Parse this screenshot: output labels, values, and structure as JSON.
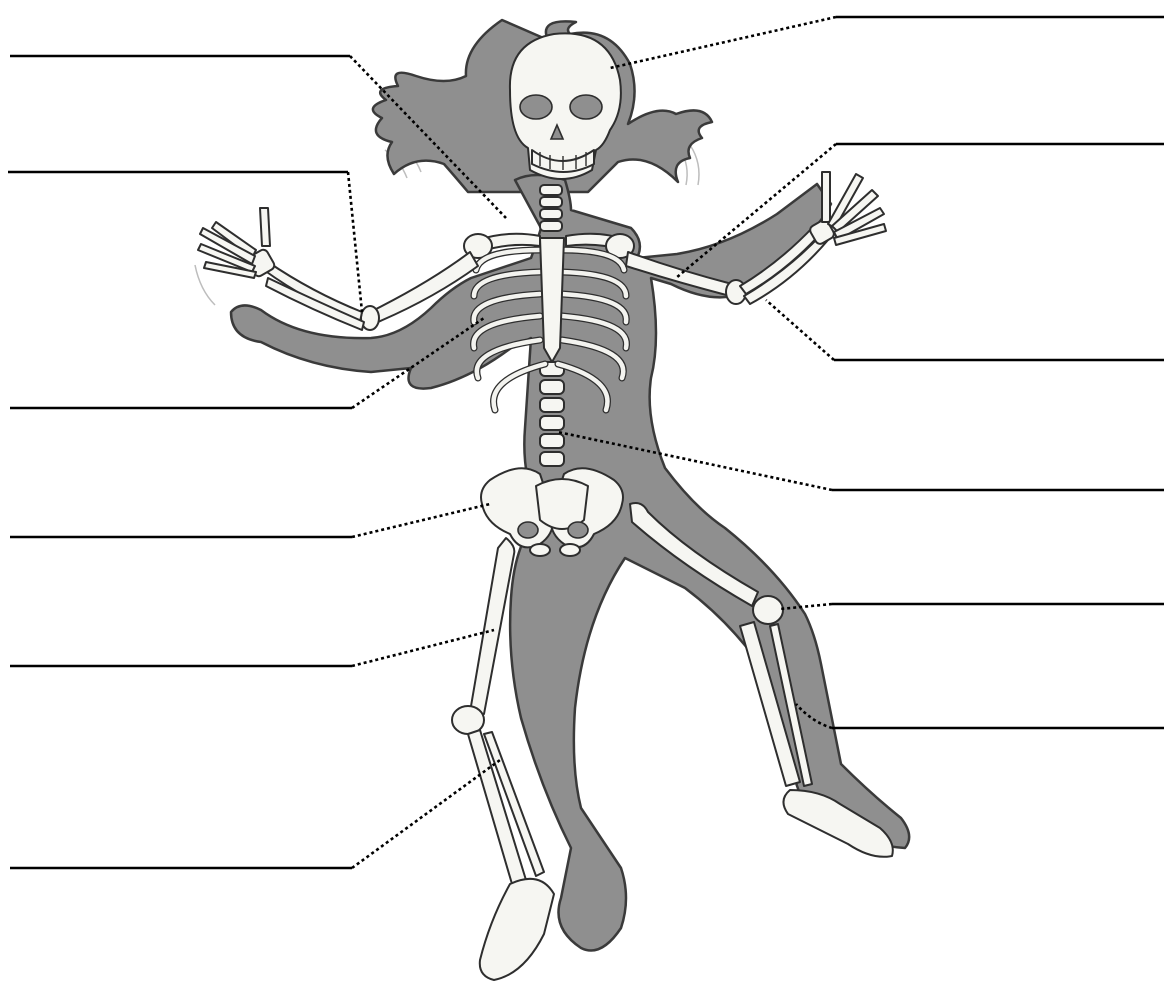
{
  "labels": [
    {
      "id": "label-skull",
      "side": "right",
      "text": ""
    },
    {
      "id": "label-humerus",
      "side": "right",
      "text": ""
    },
    {
      "id": "label-radius-ulna",
      "side": "right",
      "text": ""
    },
    {
      "id": "label-spine",
      "side": "right",
      "text": ""
    },
    {
      "id": "label-kneecap",
      "side": "right",
      "text": ""
    },
    {
      "id": "label-fibula",
      "side": "right",
      "text": ""
    },
    {
      "id": "label-collarbone",
      "side": "left",
      "text": ""
    },
    {
      "id": "label-elbow",
      "side": "left",
      "text": ""
    },
    {
      "id": "label-ribs",
      "side": "left",
      "text": ""
    },
    {
      "id": "label-pelvis",
      "side": "left",
      "text": ""
    },
    {
      "id": "label-femur",
      "side": "left",
      "text": ""
    },
    {
      "id": "label-tibia",
      "side": "left",
      "text": ""
    }
  ],
  "colors": {
    "body": "#8f8f8f",
    "bone": "#f6f6f2",
    "outline": "#2e2e2e",
    "lines": "#000000"
  }
}
